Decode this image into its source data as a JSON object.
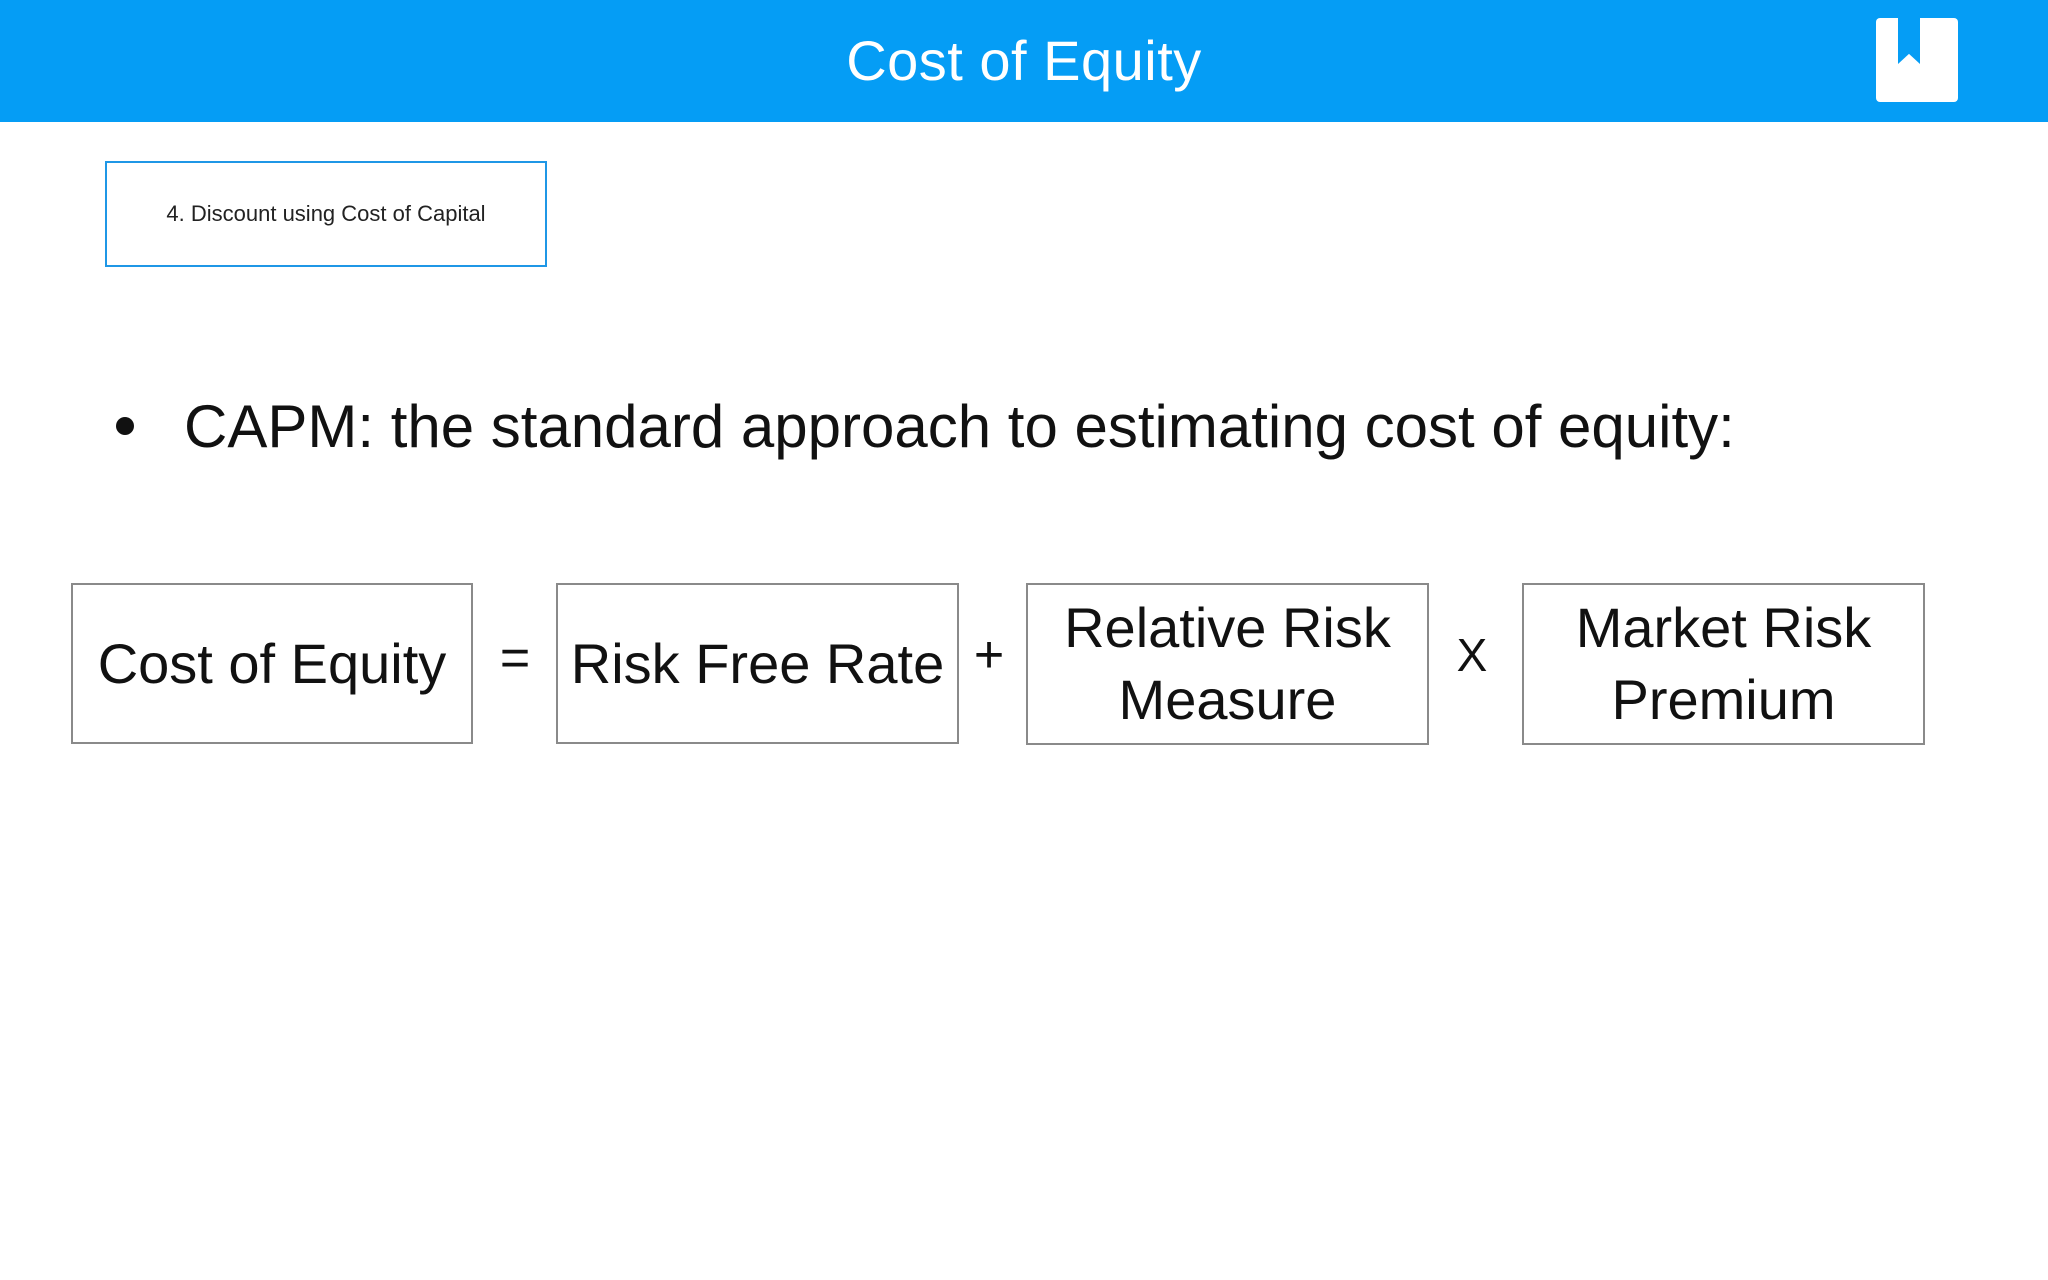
{
  "header": {
    "title": "Cost of Equity",
    "logo_icon": "bookmark-icon",
    "color": "#059df5"
  },
  "section": {
    "label": "4. Discount using Cost of Capital",
    "border_color": "#1f97e6"
  },
  "bullet": {
    "text": "CAPM: the standard approach to estimating cost of equity:"
  },
  "formula": {
    "result": "Cost of Equity",
    "equals": "=",
    "risk_free_rate": "Risk Free Rate",
    "plus": "+",
    "relative_risk_line1": "Relative Risk",
    "relative_risk_line2": "Measure",
    "times": "X",
    "market_risk_line1": "Market Risk",
    "market_risk_line2": "Premium"
  }
}
